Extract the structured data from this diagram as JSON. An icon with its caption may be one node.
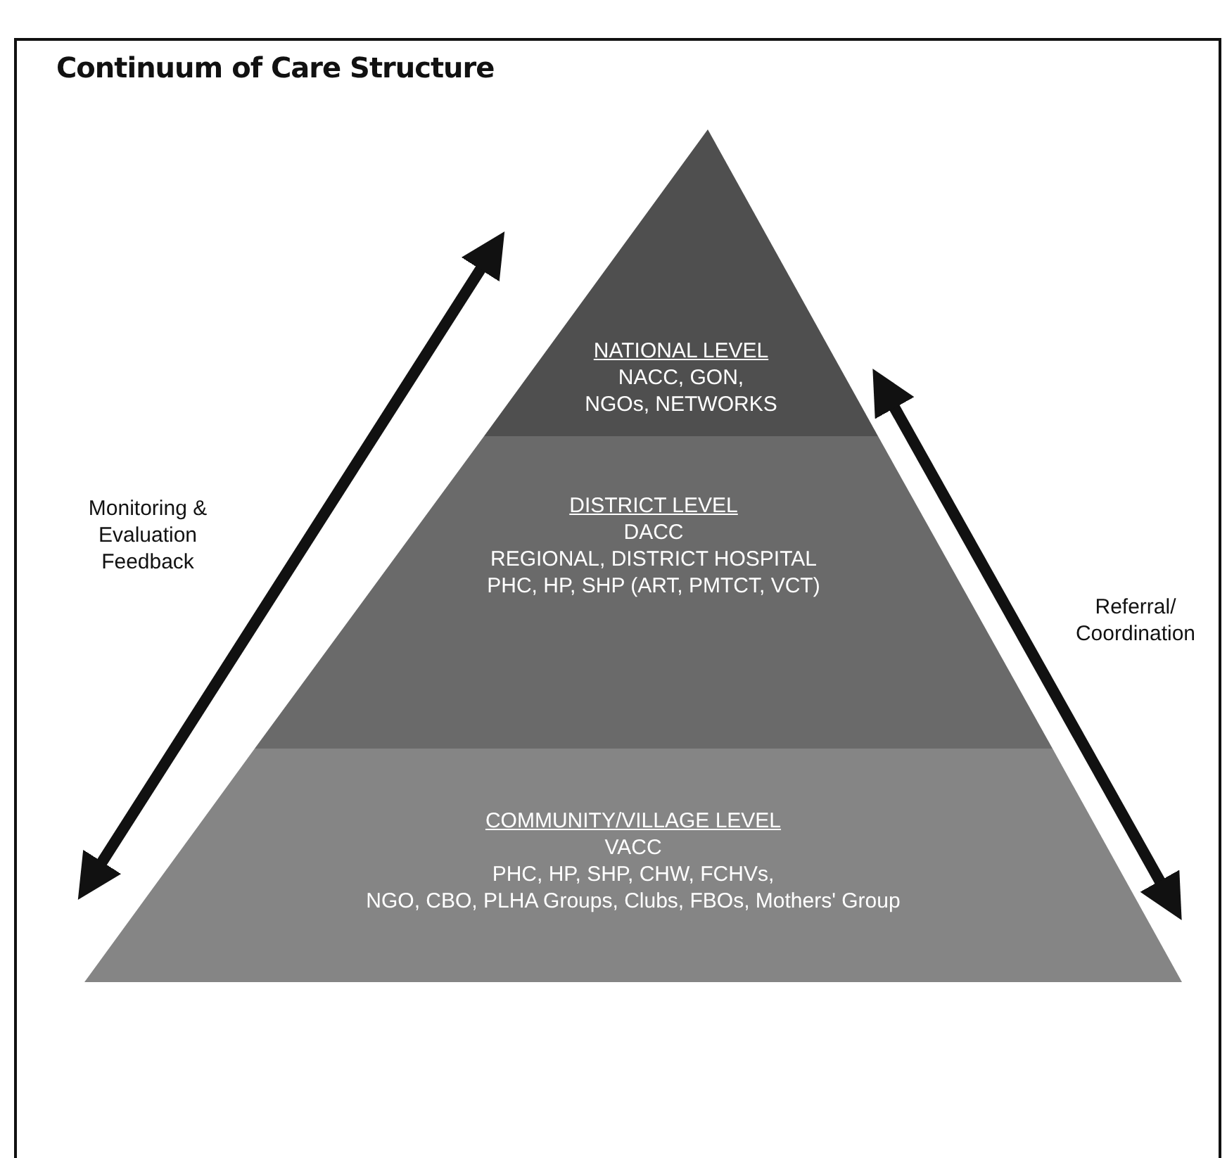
{
  "diagram": {
    "title": "Continuum of Care Structure",
    "nodes": [
      {
        "text": [
          "NATIONAL LEVEL",
          "NACC, GON,",
          "NGOs, NETWORKS"
        ]
      },
      {
        "text": [
          "DISTRICT LEVEL",
          "DACC",
          "REGIONAL, DISTRICT HOSPITAL",
          "PHC, HP, SHP (ART, PMTCT, VCT)"
        ]
      },
      {
        "text": [
          "COMMUNITY/VILLAGE LEVEL",
          "VACC",
          "PHC, HP, SHP, CHW, FCHVs,",
          "NGO, CBO, PLHA Groups, Clubs, FBOs, Mothers' Group"
        ]
      }
    ],
    "edges": [
      {
        "from": 0,
        "to": 2,
        "arrow": "both",
        "label": "Monitoring & Evaluation Feedback"
      },
      {
        "from": 0,
        "to": 2,
        "arrow": "both",
        "label": "Referral/ Coordination"
      }
    ]
  }
}
